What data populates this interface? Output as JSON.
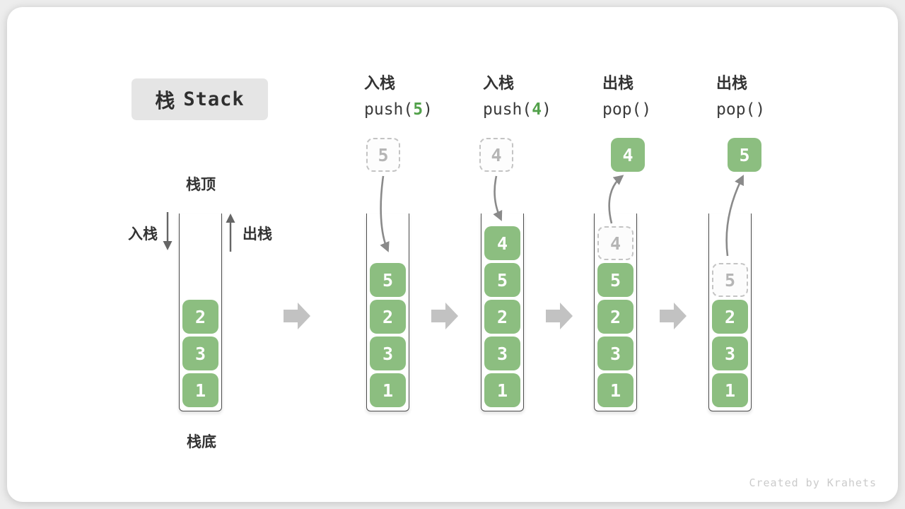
{
  "title": {
    "cn": "栈",
    "en": "Stack"
  },
  "labels": {
    "top": "栈顶",
    "bottom": "栈底",
    "push_side": "入栈",
    "pop_side": "出栈"
  },
  "operations": [
    {
      "action": "入栈",
      "pre": "push(",
      "arg": "5",
      "post": ")"
    },
    {
      "action": "入栈",
      "pre": "push(",
      "arg": "4",
      "post": ")"
    },
    {
      "action": "出栈",
      "pre": "pop(",
      "arg": "",
      "post": ")"
    },
    {
      "action": "出栈",
      "pre": "pop(",
      "arg": "",
      "post": ")"
    }
  ],
  "stacks": [
    {
      "name": "stack-initial",
      "cells": [
        {
          "v": "2"
        },
        {
          "v": "3"
        },
        {
          "v": "1"
        }
      ],
      "float": null
    },
    {
      "name": "stack-after-push-5",
      "cells": [
        {
          "v": "5"
        },
        {
          "v": "2"
        },
        {
          "v": "3"
        },
        {
          "v": "1"
        }
      ],
      "float": {
        "v": "5",
        "ghost": true
      }
    },
    {
      "name": "stack-after-push-4",
      "cells": [
        {
          "v": "4"
        },
        {
          "v": "5"
        },
        {
          "v": "2"
        },
        {
          "v": "3"
        },
        {
          "v": "1"
        }
      ],
      "float": {
        "v": "4",
        "ghost": true
      }
    },
    {
      "name": "stack-after-pop-4",
      "cells": [
        {
          "v": "4",
          "ghost": true
        },
        {
          "v": "5"
        },
        {
          "v": "2"
        },
        {
          "v": "3"
        },
        {
          "v": "1"
        }
      ],
      "float": {
        "v": "4",
        "ghost": false
      }
    },
    {
      "name": "stack-after-pop-5",
      "cells": [
        {
          "v": "5",
          "ghost": true
        },
        {
          "v": "2"
        },
        {
          "v": "3"
        },
        {
          "v": "1"
        }
      ],
      "float": {
        "v": "5",
        "ghost": false
      }
    }
  ],
  "colors": {
    "green": "#8cbe80",
    "accent_green": "#52a14a",
    "ghost_border": "#c4c4c4",
    "ghost_text": "#b5b5b5",
    "arrow_gray": "#8a8a8a",
    "block_arrow": "#c2c2c2"
  },
  "footer": "Created by Krahets"
}
